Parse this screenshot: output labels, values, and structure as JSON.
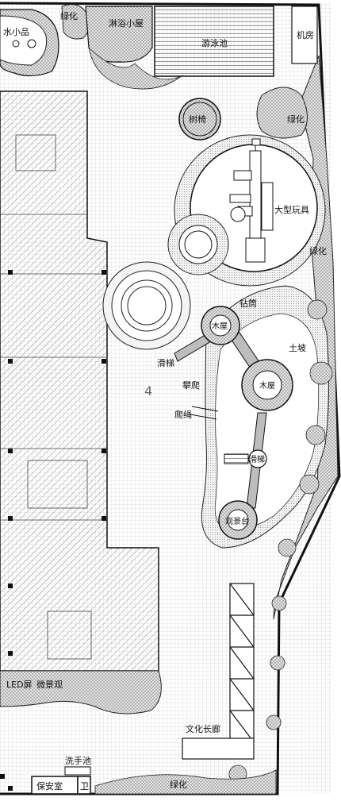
{
  "labels": {
    "water_feature": "水小品",
    "green_top_left": "绿化",
    "shower_hut": "淋浴小屋",
    "pool": "游泳池",
    "machine_room": "机房",
    "tree_seat": "树椅",
    "green_top_right": "绿化",
    "big_playset": "大型玩具",
    "green_mid_right": "绿化",
    "drill_tube": "钻筒",
    "slope": "土坡",
    "wood_house_a": "木屋",
    "slide": "滑梯",
    "wood_house_b": "木屋",
    "climb": "攀爬",
    "rope_climb": "爬绳",
    "tower_node": "滑梯",
    "viewing_deck": "观景台",
    "building_number": "4",
    "led_screen": "LED屏",
    "micro_landscape": "微景观",
    "culture_corridor": "文化长廊",
    "hand_wash": "洗手池",
    "guard_room": "保安室",
    "wc": "卫",
    "green_bottom": "绿化"
  },
  "colors": {
    "line": "#1a1a1a",
    "grid": "#b9b9b9",
    "hatch": "#8a8a8a",
    "green": "#d9d9d9",
    "paper": "#ffffff"
  }
}
